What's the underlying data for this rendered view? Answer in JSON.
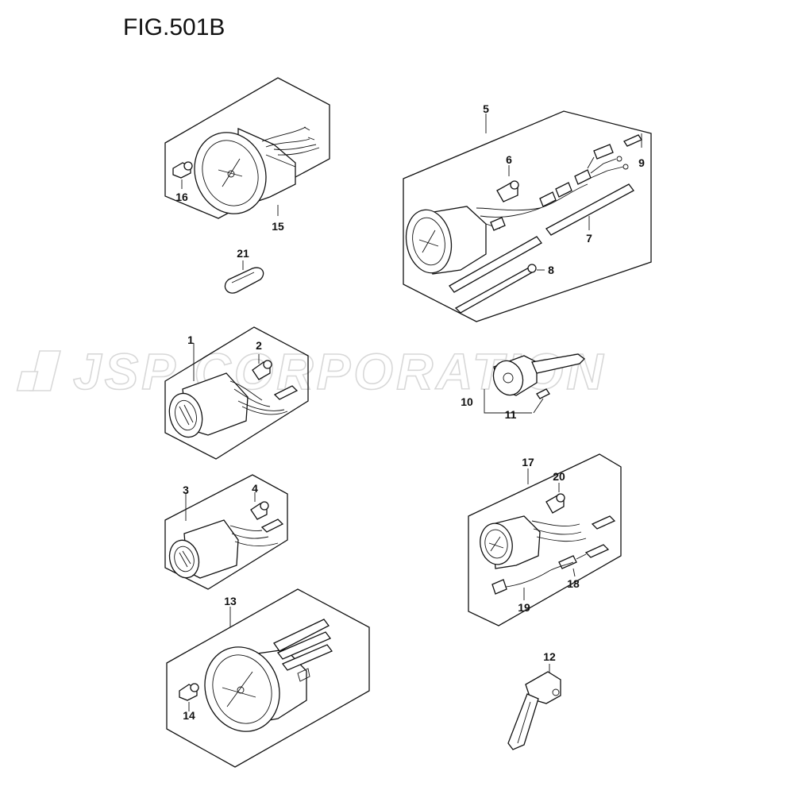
{
  "figure": {
    "title": "FIG.501B"
  },
  "watermark": {
    "text": "JSP CORPORATION"
  },
  "callouts": {
    "c1": "1",
    "c2": "2",
    "c3": "3",
    "c4": "4",
    "c5": "5",
    "c6": "6",
    "c7": "7",
    "c8": "8",
    "c9": "9",
    "c10": "10",
    "c11": "11",
    "c12": "12",
    "c13": "13",
    "c14": "14",
    "c15": "15",
    "c16": "16",
    "c17": "17",
    "c18": "18",
    "c19": "19",
    "c20": "20",
    "c21": "21"
  }
}
